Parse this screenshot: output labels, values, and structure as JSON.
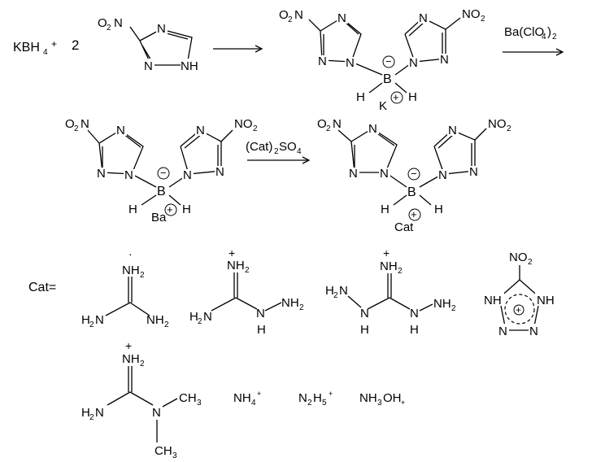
{
  "reagents": {
    "borohydride": "KBH",
    "borohydride_sub": "4",
    "plus": "+",
    "coefficient": "2"
  },
  "reagent_arrow_2": {
    "label": "Ba(ClO",
    "label_sub": "4",
    "label_close": ")",
    "label_sub2": "2"
  },
  "reagent_arrow_3": {
    "label_open": "(Cat)",
    "label_sub": "2",
    "label_mid": "SO",
    "label_sub2": "4"
  },
  "atoms": {
    "O2N": "O",
    "N": "N",
    "NH": "NH",
    "NO": "NO",
    "sub2": "2",
    "B": "B",
    "H": "H",
    "minus": "−",
    "plusc": "+",
    "K": "K",
    "Ba": "Ba",
    "Cat": "Cat",
    "H2": "H",
    "CH3": "CH",
    "sub3": "3"
  },
  "cations": {
    "label": "Cat=",
    "ammonium": "NH",
    "ammonium_sub": "4",
    "ammonium_charge": "+",
    "hydrazinium_a": "N",
    "hydrazinium_a_sub": "2",
    "hydrazinium_b": "H",
    "hydrazinium_b_sub": "5",
    "hydrazinium_charge": "+",
    "hydroxylammonium": "NH",
    "hydroxylammonium_sub": "3",
    "hydroxylammonium_tail": "OH",
    "hydroxylammonium_charge": "+"
  }
}
